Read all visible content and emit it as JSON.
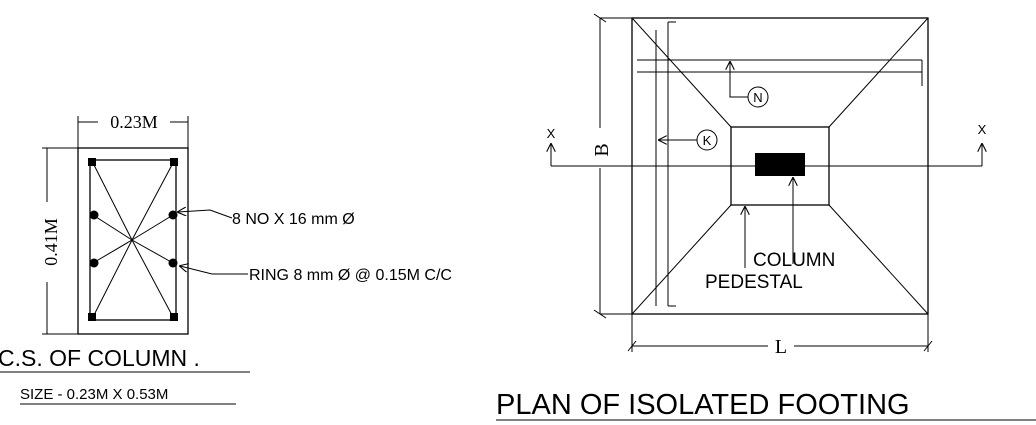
{
  "column_section": {
    "width_dim": "0.23M",
    "height_dim": "0.41M",
    "bar_label": "8 NO X 16 mm Ø",
    "ring_label": "RING 8 mm Ø @ 0.15M C/C",
    "title": "C.S. OF COLUMN .",
    "subtitle": "SIZE - 0.23M X 0.53M"
  },
  "footing_plan": {
    "dim_b": "B",
    "dim_l": "L",
    "section_left": "X",
    "section_right": "X",
    "marker_n": "N",
    "marker_k": "K",
    "label_column": "COLUMN",
    "label_pedestal": "PEDESTAL",
    "title": "PLAN OF ISOLATED  FOOTING"
  }
}
